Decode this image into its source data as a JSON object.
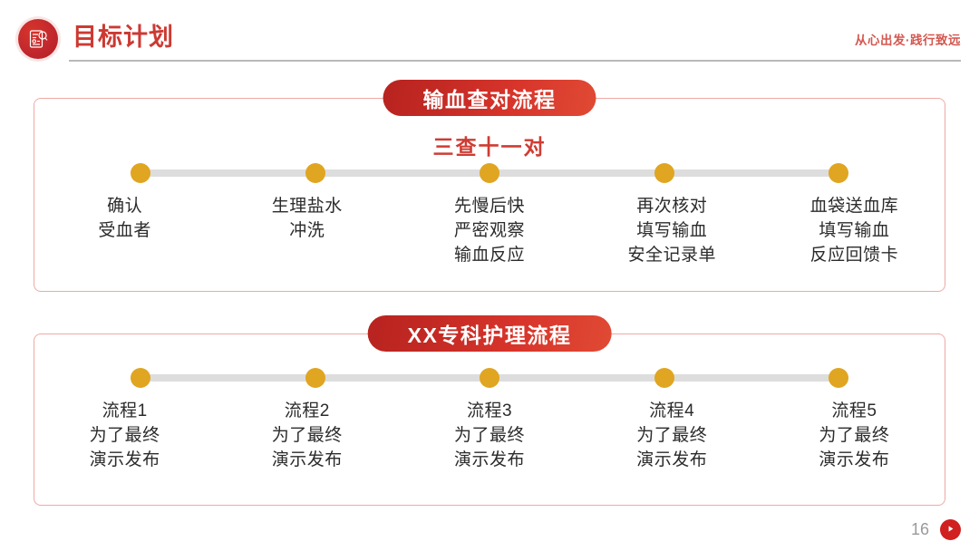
{
  "header": {
    "logo_icon": "report-document-icon",
    "title": "目标计划",
    "tagline": "从心出发·践行致远",
    "title_color": "#cc3a33",
    "tagline_color": "#d4574f"
  },
  "theme": {
    "brand_red": "#c42a24",
    "badge_gradient_from": "#b8231f",
    "badge_gradient_to": "#e04a34",
    "dot_gold": "#e0a521",
    "track_gray": "#dddddd",
    "card_border": "#efa9a4"
  },
  "sections": [
    {
      "badge_label": "输血查对流程",
      "subtitle": "三查十一对",
      "steps": [
        {
          "text": "确认\n受血者"
        },
        {
          "text": "生理盐水\n冲洗"
        },
        {
          "text": "先慢后快\n严密观察\n输血反应"
        },
        {
          "text": "再次核对\n填写输血\n安全记录单"
        },
        {
          "text": "血袋送血库\n填写输血\n反应回馈卡"
        }
      ]
    },
    {
      "badge_label": "XX专科护理流程",
      "subtitle": "",
      "steps": [
        {
          "text": "流程1\n为了最终\n演示发布"
        },
        {
          "text": "流程2\n为了最终\n演示发布"
        },
        {
          "text": "流程3\n为了最终\n演示发布"
        },
        {
          "text": "流程4\n为了最终\n演示发布"
        },
        {
          "text": "流程5\n为了最终\n演示发布"
        }
      ]
    }
  ],
  "footer": {
    "page_number": "16",
    "next_icon": "play-arrow-icon"
  }
}
